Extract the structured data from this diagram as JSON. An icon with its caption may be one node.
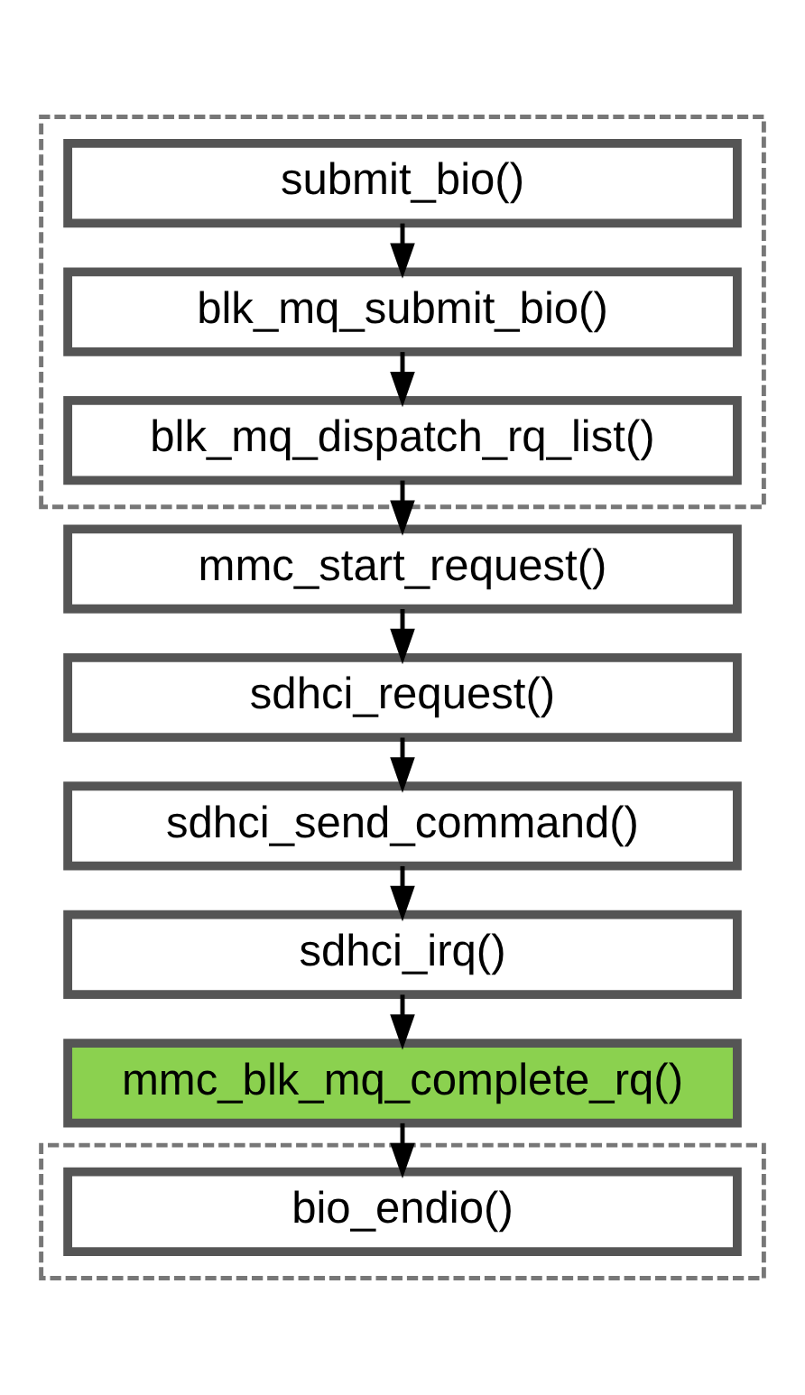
{
  "diagram": {
    "nodes": [
      {
        "text": [],
        "shape": "box"
      },
      {
        "text": [
          "submit_bio()"
        ],
        "in": 0
      },
      {
        "text": [
          "blk_mq_submit_bio()"
        ],
        "in": 0
      },
      {
        "text": [
          "blk_mq_dispatch_rq_list()"
        ],
        "in": 0
      },
      {
        "text": [
          "mmc_start_request()"
        ]
      },
      {
        "text": [
          "sdhci_request()"
        ]
      },
      {
        "text": [
          "sdhci_send_command()"
        ]
      },
      {
        "text": [
          "sdhci_irq()"
        ]
      },
      {
        "text": [
          "mmc_blk_mq_complete_rq()"
        ]
      },
      {
        "text": [],
        "shape": "box"
      },
      {
        "text": [
          "bio_endio()"
        ],
        "in": 9
      }
    ],
    "edges": [
      {
        "from": 1,
        "to": 2,
        "arrow": "to"
      },
      {
        "from": 2,
        "to": 3,
        "arrow": "to"
      },
      {
        "from": 3,
        "to": 4,
        "arrow": "to"
      },
      {
        "from": 4,
        "to": 5,
        "arrow": "to"
      },
      {
        "from": 5,
        "to": 6,
        "arrow": "to"
      },
      {
        "from": 6,
        "to": 7,
        "arrow": "to"
      },
      {
        "from": 7,
        "to": 8,
        "arrow": "to"
      },
      {
        "from": 8,
        "to": 10,
        "arrow": "to"
      }
    ]
  }
}
